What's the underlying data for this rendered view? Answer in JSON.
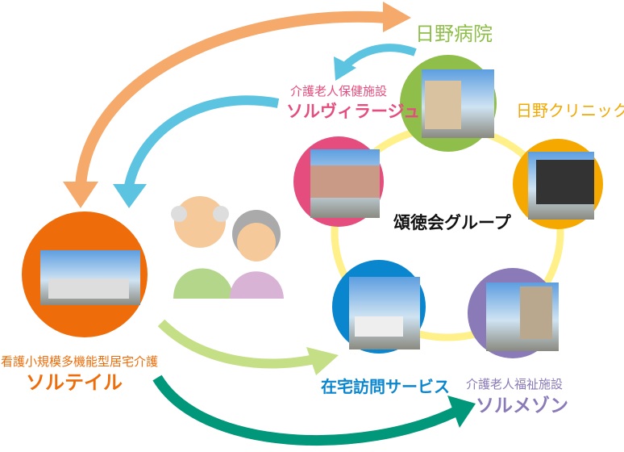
{
  "group_name": "頌徳会グループ",
  "facilities": {
    "hino_hospital": {
      "name": "日野病院",
      "color": "#8fbe4a"
    },
    "hino_clinic": {
      "name": "日野クリニック",
      "color": "#f2a800"
    },
    "solvillage": {
      "type": "介護老人保健施設",
      "name": "ソルヴィラージュ",
      "color": "#e44d7e"
    },
    "zaitaku": {
      "name": "在宅訪問サービス",
      "color": "#0a86cf"
    },
    "solmaison": {
      "type": "介護老人福祉施設",
      "name": "ソルメゾン",
      "color": "#8a7ab8"
    },
    "solteil": {
      "type": "看護小規模多機能型居宅介護",
      "name": "ソルテイル",
      "color": "#ee6d0a"
    }
  },
  "colors": {
    "ring": "#fff08a",
    "arrow_orange": "#f5a96a",
    "arrow_cyan": "#5cc4e0",
    "arrow_lightgreen": "#c5df86",
    "arrow_teal": "#00977a"
  }
}
